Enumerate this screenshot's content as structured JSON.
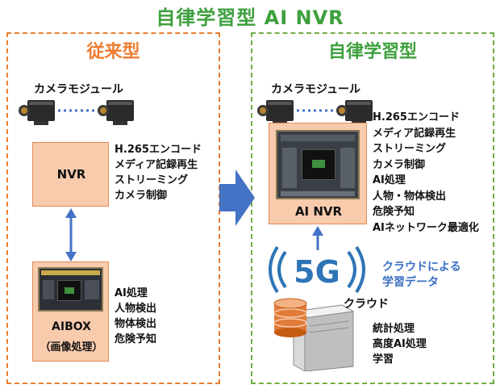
{
  "title": "自律学習型 AI NVR",
  "left": {
    "heading": "従来型",
    "camera_label": "カメラモジュール",
    "nvr_label": "NVR",
    "nvr_features": [
      "H.265エンコード",
      "メディア記録再生",
      "ストリーミング",
      "カメラ制御"
    ],
    "aibox_label_line1": "AIBOX",
    "aibox_label_line2": "（画像処理）",
    "aibox_features": [
      "AI処理",
      "人物検出",
      "物体検出",
      "危険予知"
    ]
  },
  "right": {
    "heading": "自律学習型",
    "camera_label": "カメラモジュール",
    "ainvr_label": "AI NVR",
    "ainvr_features": [
      "H.265エンコード",
      "メディア記録再生",
      "ストリーミング",
      "カメラ制御",
      "AI処理",
      "人物・物体検出",
      "危険予知",
      "AIネットワーク最適化"
    ],
    "fiveg_label": "5G",
    "cloud_data_line1": "クラウドによる",
    "cloud_data_line2": "学習データ",
    "cloud_label": "クラウド",
    "cloud_features": [
      "統計処理",
      "高度AI処理",
      "学習"
    ]
  },
  "colors": {
    "title_green": "#3ea03e",
    "left_orange": "#ed7d31",
    "right_green": "#70ad47",
    "box_fill": "#f8cbad",
    "arrow_blue": "#4472c4"
  }
}
